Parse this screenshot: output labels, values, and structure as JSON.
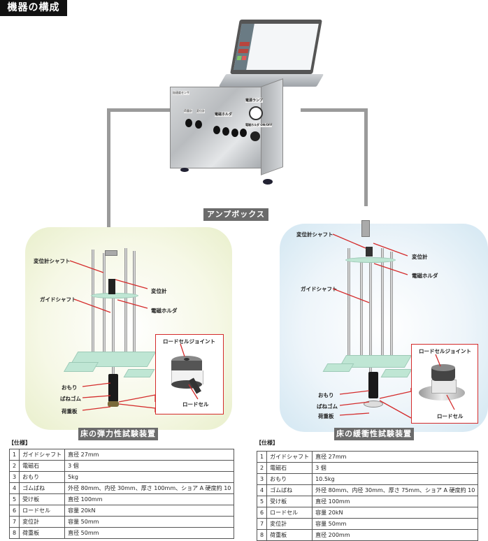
{
  "header": {
    "title": "機器の構成"
  },
  "amp_box": {
    "caption": "アンプボックス",
    "panel_labels": [
      "加速度センサ",
      "荷重計",
      "変位計",
      "電磁ホルダ",
      "電源ランプ",
      "電磁ホルダ ON/OFF"
    ]
  },
  "left_apparatus": {
    "caption": "床の弾力性試験装置",
    "labels": {
      "displacement_shaft": "変位計シャフト",
      "displacement_gauge": "変位計",
      "guide_shaft": "ガイドシャフト",
      "magnet_holder": "電磁ホルダ",
      "weight": "おもり",
      "rubber_spring": "ばねゴム",
      "load_plate": "荷重板"
    },
    "inset": {
      "joint_label": "ロードセルジョイント",
      "cell_label": "ロードセル"
    }
  },
  "right_apparatus": {
    "caption": "床の緩衝性試験装置",
    "labels": {
      "displacement_shaft": "変位計シャフト",
      "displacement_gauge": "変位計",
      "guide_shaft": "ガイドシャフト",
      "magnet_holder": "電磁ホルダ",
      "weight": "おもり",
      "rubber_spring": "ばねゴム",
      "load_plate": "荷重板"
    },
    "inset": {
      "joint_label": "ロードセルジョイント",
      "cell_label": "ロードセル"
    }
  },
  "spec_left": {
    "heading": "【仕様】",
    "rows": [
      {
        "no": "1",
        "item": "ガイドシャフト",
        "value": "直径 27mm"
      },
      {
        "no": "2",
        "item": "電磁石",
        "value": "3 個"
      },
      {
        "no": "3",
        "item": "おもり",
        "value": "5kg"
      },
      {
        "no": "4",
        "item": "ゴムばね",
        "value": "外径 80mm、内径 30mm、厚さ 100mm、ショア A 硬度約 10"
      },
      {
        "no": "5",
        "item": "受け板",
        "value": "直径 100mm"
      },
      {
        "no": "6",
        "item": "ロードセル",
        "value": "容量 20kN"
      },
      {
        "no": "7",
        "item": "変位計",
        "value": "容量 50mm"
      },
      {
        "no": "8",
        "item": "荷重板",
        "value": "直径 50mm"
      }
    ]
  },
  "spec_right": {
    "heading": "【仕様】",
    "rows": [
      {
        "no": "1",
        "item": "ガイドシャフト",
        "value": "直径 27mm"
      },
      {
        "no": "2",
        "item": "電磁石",
        "value": "3 個"
      },
      {
        "no": "3",
        "item": "おもり",
        "value": "10.5kg"
      },
      {
        "no": "4",
        "item": "ゴムばね",
        "value": "外径 80mm、内径 30mm、厚さ 75mm、ショア A 硬度約 10"
      },
      {
        "no": "5",
        "item": "受け板",
        "value": "直径 100mm"
      },
      {
        "no": "6",
        "item": "ロードセル",
        "value": "容量 20kN"
      },
      {
        "no": "7",
        "item": "変位計",
        "value": "容量 50mm"
      },
      {
        "no": "8",
        "item": "荷重板",
        "value": "直径 200mm"
      }
    ]
  }
}
